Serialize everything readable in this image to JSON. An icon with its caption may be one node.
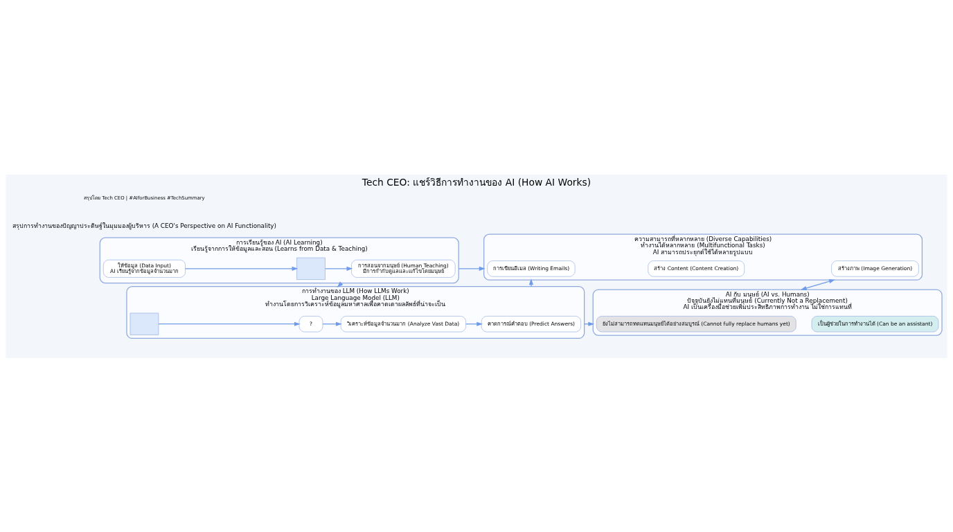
{
  "diagram": {
    "title": "Tech CEO: แชร์วิธีการทำงานของ AI (How AI Works)",
    "nodes": [
      {
        "text": [
          "การเรียนรู้ของ AI (AI Learning)",
          "เรียนรู้จากการให้ข้อมูลและสอน (Learns from Data & Teaching)"
        ]
      },
      {
        "text": [
          "ให้ข้อมูล (Data Input)",
          "AI เรียนรู้จากข้อมูลจำนวนมาก"
        ],
        "in": 0
      },
      {
        "text": [],
        "shape": "box",
        "in": 0
      },
      {
        "text": [
          "การสอนจากมนุษย์ (Human Teaching)",
          "มีการกำกับดูแลและแก้ไขโดยมนุษย์"
        ],
        "in": 0
      },
      {
        "text": [
          "ความสามารถที่หลากหลาย (Diverse Capabilities)",
          "ทำงานได้หลากหลาย (Multifunctional Tasks)",
          "AI สามารถประยุกต์ใช้ได้หลายรูปแบบ"
        ]
      },
      {
        "text": [
          "การเขียนอีเมล (Writing Emails)"
        ],
        "in": 4
      },
      {
        "text": [
          "สร้าง Content (Content Creation)"
        ],
        "in": 4
      },
      {
        "text": [
          "สร้างภาพ (Image Generation)"
        ],
        "in": 4
      },
      {
        "text": [
          "การทำงานของ LLM (How LLMs Work)",
          "Large Language Model (LLM)",
          "ทำงานโดยการวิเคราะห์ข้อมูลมหาศาลเพื่อคาดเดาผลลัพธ์ที่น่าจะเป็น"
        ]
      },
      {
        "text": [],
        "shape": "box",
        "in": 8
      },
      {
        "text": [
          "?"
        ],
        "in": 8
      },
      {
        "text": [
          "วิเคราะห์ข้อมูลจำนวนมาก (Analyze Vast Data)"
        ],
        "in": 8
      },
      {
        "text": [
          "คาดการณ์คำตอบ (Predict Answers)"
        ],
        "in": 8
      },
      {
        "text": [
          "AI กับ มนุษย์ (AI vs. Humans)",
          "ปัจจุบันยังไม่แทนที่มนุษย์ (Currently Not a Replacement)",
          "AI เป็นเครื่องมือช่วยเพิ่มประสิทธิภาพการทำงาน ไม่ใช่การแทนที่"
        ]
      },
      {
        "text": [
          "ยังไม่สามารถทดแทนมนุษย์ได้อย่างสมบูรณ์ (Cannot fully replace humans yet)"
        ],
        "in": 13
      },
      {
        "text": [
          "เป็นผู้ช่วยในการทำงานได้ (Can be an assistant)"
        ],
        "in": 13
      }
    ],
    "edges": [
      {
        "from": 1,
        "to": 2,
        "arrow": "to"
      },
      {
        "from": 2,
        "to": 3,
        "arrow": "to"
      },
      {
        "from": 9,
        "to": 10,
        "arrow": "to"
      },
      {
        "from": 10,
        "to": 11,
        "arrow": "to"
      },
      {
        "from": 11,
        "to": 12,
        "arrow": "to"
      },
      {
        "from": 0,
        "to": 4,
        "arrow": "to"
      },
      {
        "from": 0,
        "to": 8,
        "arrow": "to"
      },
      {
        "from": 8,
        "to": 4,
        "arrow": "to"
      },
      {
        "from": 8,
        "to": 13,
        "arrow": "to"
      },
      {
        "from": 4,
        "to": 13,
        "arrow": "both"
      }
    ],
    "labels": [
      "สรุปการทำงานของปัญญาประดิษฐ์ในมุมมองผู้บริหาร (A CEO's Perspective on AI Functionality)",
      "สรุปโดย Tech CEO | #AIforBusiness #TechSummary"
    ]
  }
}
